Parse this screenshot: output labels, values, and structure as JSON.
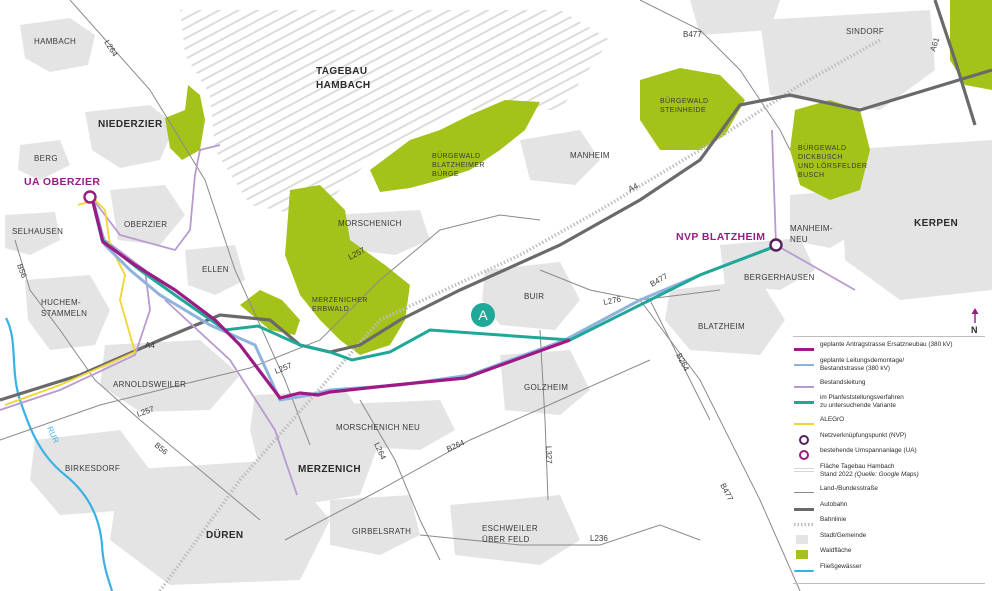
{
  "colors": {
    "replacement_new": "#9c1a85",
    "dismantle": "#8fb3dc",
    "existing": "#b99ad0",
    "variant": "#1fa898",
    "alegro": "#f1d531",
    "forest": "#a4c31a",
    "urban": "#e4e4e4",
    "road": "#8a8a8a",
    "autobahn": "#6a6a6a",
    "river": "#3ab1e5"
  },
  "map": {
    "places": {
      "hambach": "HAMBACH",
      "tagebau_line1": "TAGEBAU",
      "tagebau_line2": "HAMBACH",
      "niederzier": "NIEDERZIER",
      "berg": "BERG",
      "oberzier": "OBERZIER",
      "selhausen": "SELHAUSEN",
      "huchem_line1": "HUCHEM-",
      "huchem_line2": "STAMMELN",
      "ellen": "ELLEN",
      "morschenich": "MORSCHENICH",
      "manheim": "MANHEIM",
      "sindorf": "SINDORF",
      "kerpen": "KERPEN",
      "manheim_neu_line1": "MANHEIM-",
      "manheim_neu_line2": "NEU",
      "bergerhausen": "BERGERHAUSEN",
      "blatzheim": "BLATZHEIM",
      "buir": "BUIR",
      "golzheim": "GOLZHEIM",
      "arnoldsweiler": "ARNOLDSWEILER",
      "morschenich_neu": "MORSCHENICH NEU",
      "merzenich": "MERZENICH",
      "birkesdorf": "BIRKESDORF",
      "girbelsrath": "GIRBELSRATH",
      "eschweiler_line1": "ESCHWEILER",
      "eschweiler_line2": "ÜBER FELD",
      "dueren": "DÜREN"
    },
    "forests": {
      "buergewald_bb_1": "BÜRGEWALD",
      "buergewald_bb_2": "BLATZHEIMER",
      "buergewald_bb_3": "BÜRGE",
      "buergewald_st_1": "BÜRGEWALD",
      "buergewald_st_2": "STEINHEIDE",
      "buergewald_db_1": "BÜRGEWALD",
      "buergewald_db_2": "DICKBUSCH",
      "buergewald_db_3": "UND LÖRSFELDER",
      "buergewald_db_4": "BUSCH",
      "merzenicher_1": "MERZENICHER",
      "merzenicher_2": "ERBWALD"
    },
    "roads": {
      "l264_north": "L264",
      "b477_north": "B477",
      "a61": "A61",
      "a4_east": "A4",
      "a4_west": "A4",
      "l257_north": "L257",
      "l257_mid": "L257",
      "l257_west": "L257",
      "b56_north": "B56",
      "b56_south": "B56",
      "b477_mid": "B477",
      "l276": "L276",
      "b264_east": "B264",
      "b264_mid": "B264",
      "l264_south": "L264",
      "l327": "L327",
      "b477_south": "B477",
      "l236": "L236",
      "rur": "RUR"
    },
    "stations": {
      "ua_oberzier": "UA OBERZIER",
      "nvp_blatzheim": "NVP BLATZHEIM"
    },
    "variant_marker": "A",
    "north_label": "N"
  },
  "legend": {
    "items": [
      {
        "key": "replacement_new",
        "label": "geplante Antragstrasse Ersatzneubau (380 kV)"
      },
      {
        "key": "dismantle",
        "label": "geplante Leitungsdemontage/\nBestandstrasse (380 kV)"
      },
      {
        "key": "existing",
        "label": "Bestandsleitung"
      },
      {
        "key": "variant",
        "label": "im Planfeststellungsverfahren\nzu untersuchende Variante"
      },
      {
        "key": "alegro",
        "label": "ALEGrO"
      },
      {
        "key": "nvp",
        "label": "Netzverknüpfungspunkt (NVP)"
      },
      {
        "key": "ua",
        "label": "bestehende Umspannanlage (UA)"
      },
      {
        "key": "tagebau",
        "label": "Fläche Tagebau Hambach\nStand 2022 (Quelle: Google Maps)"
      },
      {
        "key": "road",
        "label": "Land-/Bundesstraße"
      },
      {
        "key": "autobahn",
        "label": "Autobahn"
      },
      {
        "key": "rail",
        "label": "Bahnlinie"
      },
      {
        "key": "urban",
        "label": "Stadt/Gemeinde"
      },
      {
        "key": "forest",
        "label": "Waldfläche"
      },
      {
        "key": "river",
        "label": "Fließgewässer"
      }
    ]
  }
}
